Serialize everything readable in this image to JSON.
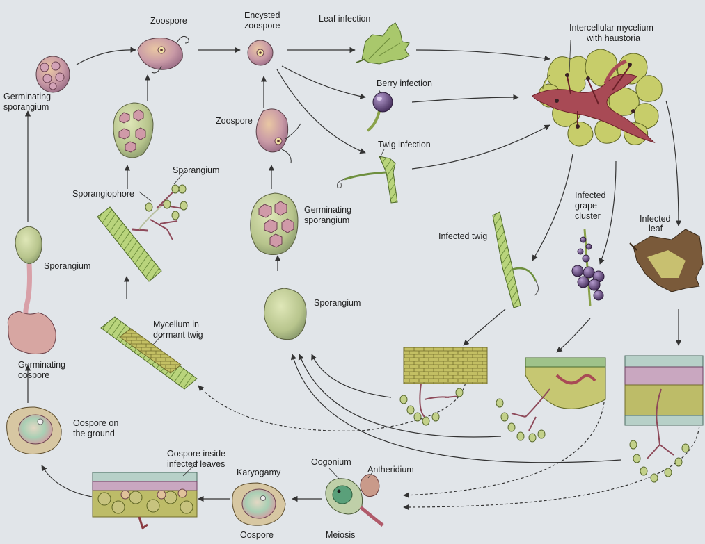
{
  "labels": {
    "zoospore_top": "Zoospore",
    "encysted_1": "Encysted",
    "encysted_2": "zoospore",
    "leaf_infection": "Leaf infection",
    "mycelium_1": "Intercellular mycelium",
    "mycelium_2": "with haustoria",
    "germ_spor_left_1": "Germinating",
    "germ_spor_left_2": "sporangium",
    "berry_infection": "Berry infection",
    "zoospore_mid": "Zoospore",
    "twig_infection": "Twig infection",
    "sporangium_upper": "Sporangium",
    "sporangiophore": "Sporangiophore",
    "infected_grape_1": "Infected",
    "infected_grape_2": "grape",
    "infected_grape_3": "cluster",
    "germ_spor_mid_1": "Germinating",
    "germ_spor_mid_2": "sporangium",
    "infected_leaf_1": "Infected",
    "infected_leaf_2": "leaf",
    "infected_twig": "Infected twig",
    "sporangium_left": "Sporangium",
    "sporangium_center": "Sporangium",
    "dormant_1": "Mycelium in",
    "dormant_2": "dormant twig",
    "germ_oospore_1": "Germinating",
    "germ_oospore_2": "oospore",
    "oospore_ground_1": "Oospore on",
    "oospore_ground_2": "the ground",
    "oospore_inside_1": "Oospore inside",
    "oospore_inside_2": "infected leaves",
    "karyogamy": "Karyogamy",
    "oogonium": "Oogonium",
    "antheridium": "Antheridium",
    "oospore_bottom": "Oospore",
    "meiosis": "Meiosis"
  },
  "colors": {
    "background": "#e1e5e9",
    "spore_pink": "#c98f9a",
    "cell_yellow": "#c9c66a",
    "mycelium_red": "#a8424a",
    "tissue_green": "#a6c46a",
    "berry_purple": "#6a4a78"
  }
}
